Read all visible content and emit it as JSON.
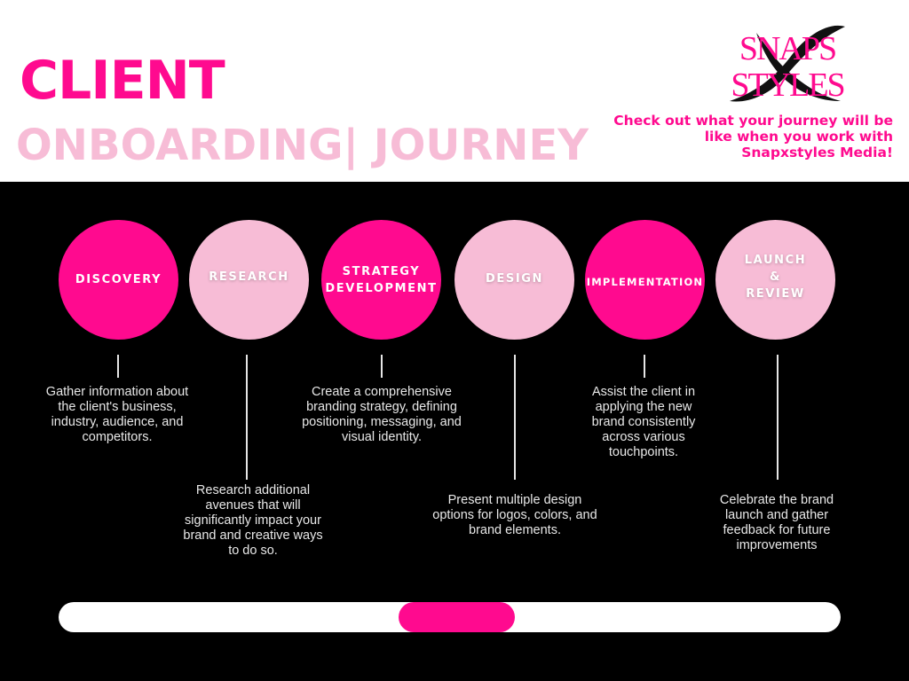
{
  "header": {
    "title_line1": "CLIENT",
    "title_line2": "ONBOARDING| JOURNEY",
    "tagline": "Check out what your journey will be like when you work with Snapxstyles Media!",
    "logo": {
      "top_text": "SNAPS",
      "bottom_text": "STYLES",
      "icon": "x-brushstroke-icon"
    }
  },
  "colors": {
    "hot_pink": "#ff0a8f",
    "light_pink": "#f7bcd6",
    "background": "#000000",
    "text_light": "#e8e8e8"
  },
  "steps": [
    {
      "label": "DISCOVERY",
      "style": "hot",
      "description": "Gather information about the client's business, industry, audience, and competitors."
    },
    {
      "label": "RESEARCH",
      "style": "soft",
      "description": "Research additional avenues that will significantly impact your  brand and creative ways to do so."
    },
    {
      "label": "STRATEGY\nDEVELOPMENT",
      "style": "hot",
      "description": "Create a comprehensive branding strategy, defining positioning, messaging, and visual identity."
    },
    {
      "label": "DESIGN",
      "style": "soft",
      "description": "Present multiple design options for logos, colors, and brand elements."
    },
    {
      "label": "IMPLEMENTATION",
      "style": "hot",
      "description": "Assist the client in applying the new brand consistently across various touchpoints."
    },
    {
      "label": "LAUNCH\n&\nREVIEW",
      "style": "soft",
      "description": "Celebrate the brand launch and gather feedback for future improvements"
    }
  ],
  "scrollbar": {
    "position_percent": 51
  }
}
